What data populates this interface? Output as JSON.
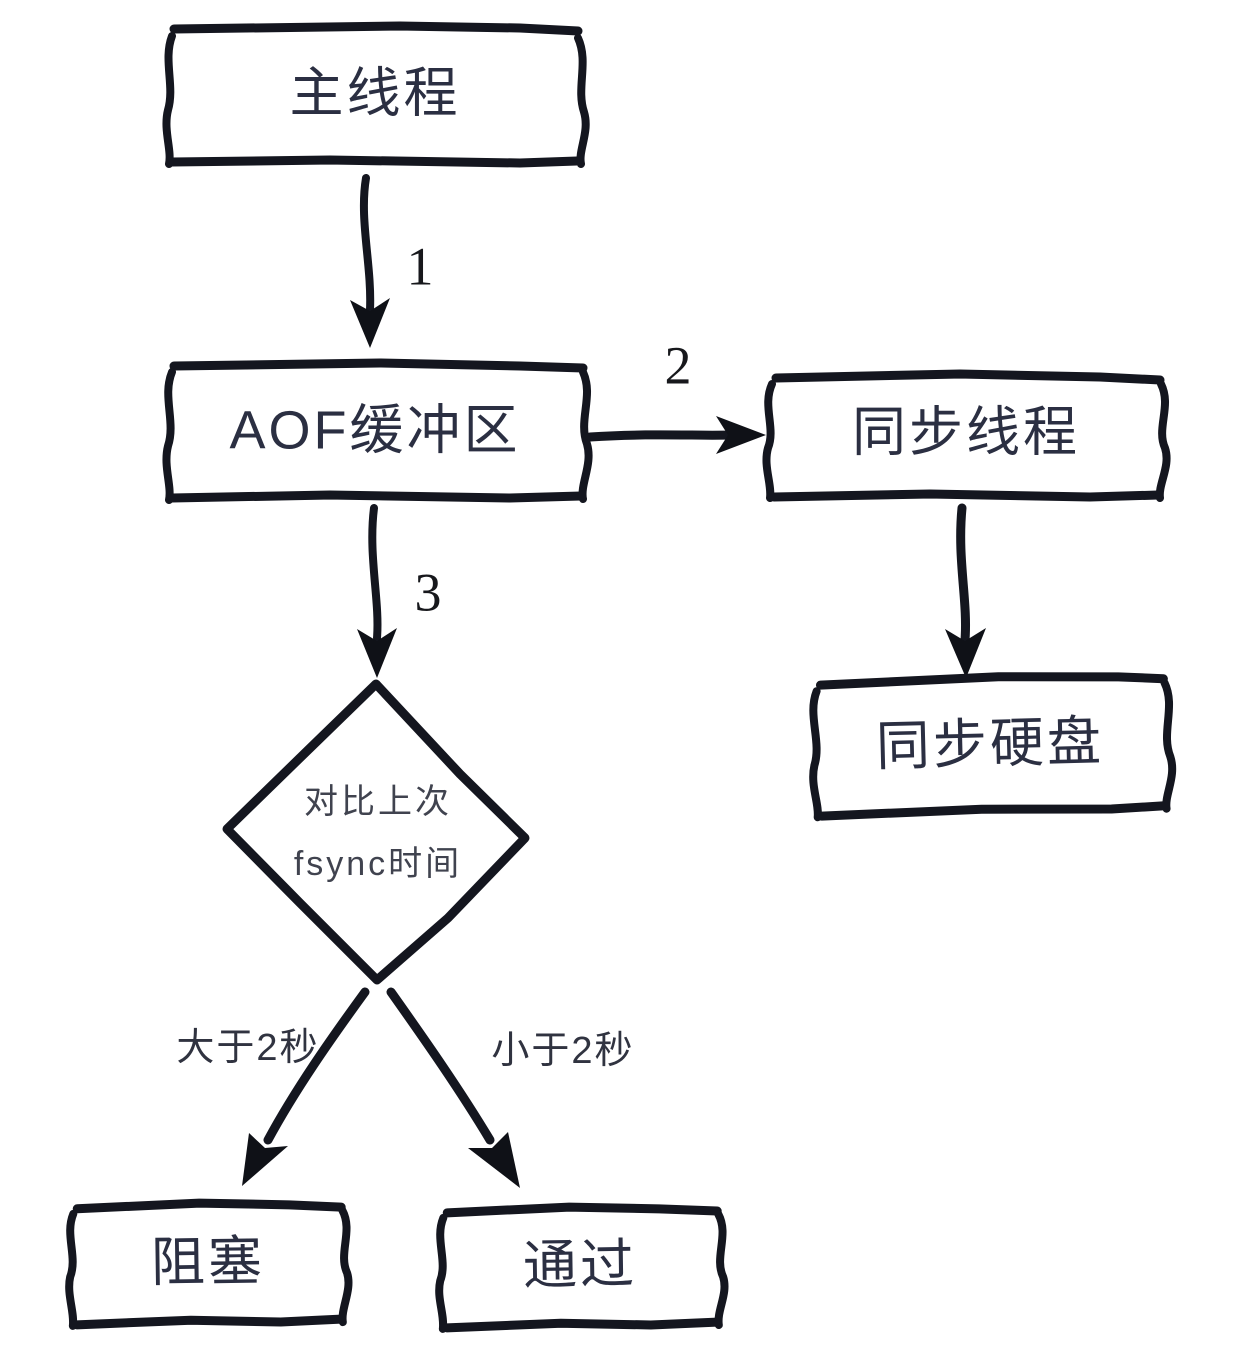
{
  "diagram": {
    "title": "Redis AOF everysec flush flowchart",
    "background_color": "#ffffff",
    "ink_color": "#14161f",
    "text_color": "#2b2f42",
    "nodes": [
      {
        "id": "main-thread",
        "shape": "box",
        "label": "主线程"
      },
      {
        "id": "aof-buffer",
        "shape": "box",
        "label": "AOF缓冲区"
      },
      {
        "id": "sync-thread",
        "shape": "box",
        "label": "同步线程"
      },
      {
        "id": "sync-disk",
        "shape": "box",
        "label": "同步硬盘"
      },
      {
        "id": "compare-fsync",
        "shape": "diamond",
        "label_line1": "对比上次",
        "label_line2": "fsync时间"
      },
      {
        "id": "block",
        "shape": "box",
        "label": "阻塞"
      },
      {
        "id": "pass",
        "shape": "box",
        "label": "通过"
      }
    ],
    "edges": [
      {
        "id": "edge-1",
        "from": "main-thread",
        "to": "aof-buffer",
        "label": "1"
      },
      {
        "id": "edge-2",
        "from": "aof-buffer",
        "to": "sync-thread",
        "label": "2"
      },
      {
        "id": "edge-3",
        "from": "aof-buffer",
        "to": "compare-fsync",
        "label": "3"
      },
      {
        "id": "edge-sync-disk",
        "from": "sync-thread",
        "to": "sync-disk",
        "label": ""
      },
      {
        "id": "edge-block",
        "from": "compare-fsync",
        "to": "block",
        "label": "大于2秒"
      },
      {
        "id": "edge-pass",
        "from": "compare-fsync",
        "to": "pass",
        "label": "小于2秒"
      }
    ]
  }
}
